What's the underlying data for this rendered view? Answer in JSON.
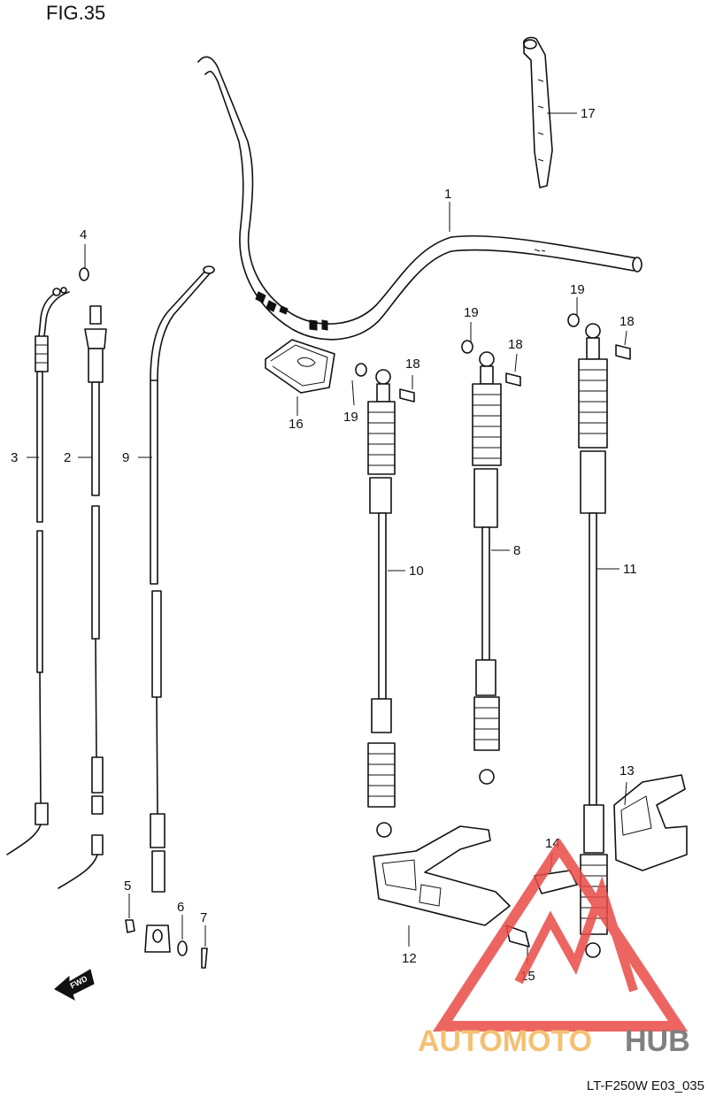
{
  "figure_title": "FIG.35",
  "drawing_code": "LT-F250W E03_035",
  "fwd_label": "FWD",
  "watermark": {
    "text_part1": "AUTOMOTO",
    "text_part2": "HUB",
    "color_part1": "#f4b65a",
    "color_part2": "#6b6b6b",
    "triangle_color": "#e94b46"
  },
  "callouts": [
    "1",
    "2",
    "3",
    "4",
    "5",
    "6",
    "7",
    "8",
    "9",
    "10",
    "11",
    "12",
    "13",
    "14",
    "15",
    "16",
    "17",
    "18",
    "18",
    "18",
    "19",
    "19",
    "19"
  ]
}
